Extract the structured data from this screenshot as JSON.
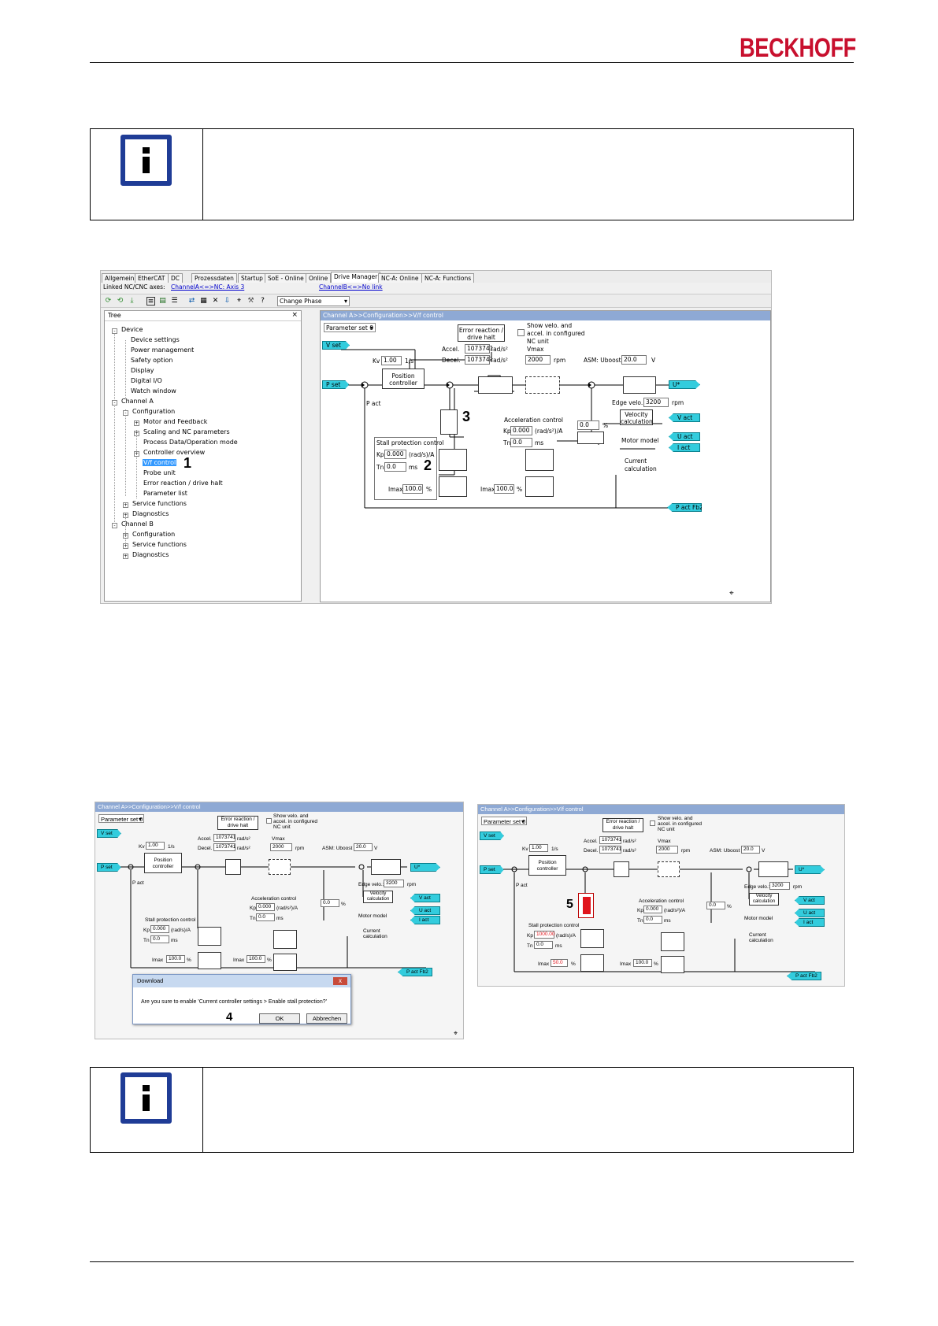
{
  "header": {
    "brand": "BECKHOFF"
  },
  "shot1": {
    "tabs": [
      "Allgemein",
      "EtherCAT",
      "DC",
      "Prozessdaten",
      "Startup",
      "SoE - Online",
      "Online",
      "Drive Manager",
      "NC-A: Online",
      "NC-A: Functions"
    ],
    "linked_label": "Linked NC/CNC axes:",
    "link_a": "ChannelA<=>NC: Axis 3",
    "link_b": "ChannelB<=>No link",
    "change_phase": "Change Phase",
    "tree_title": "Tree",
    "tree_close": "×",
    "tree": [
      "Device",
      "Device settings",
      "Power management",
      "Safety option",
      "Display",
      "Digital I/O",
      "Watch window",
      "Channel A",
      "Configuration",
      "Motor and Feedback",
      "Scaling and NC parameters",
      "Process Data/Operation mode",
      "Controller overview",
      "V/f control",
      "Probe unit",
      "Error reaction / drive halt",
      "Parameter list",
      "Service functions",
      "Diagnostics",
      "Channel B",
      "Configuration",
      "Service functions",
      "Diagnostics"
    ],
    "tree_expanders": {
      "minus": "-",
      "plus": "+"
    },
    "callouts": [
      "1",
      "2",
      "3"
    ]
  },
  "diagram": {
    "breadcrumb": "Channel A>>Configuration>>V/f control",
    "param_set": "Parameter set 0",
    "error_reaction": [
      "Error reaction /",
      "drive halt"
    ],
    "show_velo": [
      "Show velo. and",
      "accel. in configured",
      "NC unit"
    ],
    "v_set": "V set",
    "p_set": "P set",
    "p_act": "P act",
    "kv_label": "Kv",
    "kv_value": "1.00",
    "kv_unit": "1/s",
    "position_controller": [
      "Position",
      "controller"
    ],
    "accel_label": "Accel.",
    "accel_value": "1073741",
    "accel_unit": "rad/s²",
    "decel_label": "Decel.",
    "decel_value": "1073741",
    "decel_unit": "rad/s²",
    "vmax_label": "Vmax",
    "vmax_value": "2000",
    "vmax_unit": "rpm",
    "uboost_label": "ASM: Uboost",
    "uboost_value": "20.0",
    "uboost_unit": "V",
    "edge_velo_label": "Edge velo.:",
    "edge_velo_value": "3200",
    "edge_velo_unit": "rpm",
    "u_out": "U*",
    "velocity_calc": [
      "Velocity",
      "calculation"
    ],
    "v_act": "V act",
    "accel_control": "Acceleration control",
    "ac_kp_label": "Kp",
    "ac_kp_value": "0.000",
    "ac_kp_unit": "(rad/s²)/A",
    "ac_tn_label": "Tn",
    "ac_tn_value": "0.0",
    "ac_tn_unit": "ms",
    "pct_value": "0.0",
    "pct_unit": "%",
    "u_act": "U act",
    "i_act": "I act",
    "motor_model": "Motor model",
    "current_calc": [
      "Current",
      "calculation"
    ],
    "stall_title": "Stall protection control",
    "sp_kp_label": "Kp",
    "sp_kp_value": "0.000",
    "sp_kp_unit": "(rad/s)/A",
    "sp_tn_label": "Tn",
    "sp_tn_value": "0.0",
    "sp_tn_unit": "ms",
    "imax_label": "Imax",
    "imax_value": "100.0",
    "imax_unit": "%",
    "imax2_label": "Imax",
    "imax2_value": "100.0",
    "imax2_unit": "%",
    "p_act_fb2": "P act Fb2",
    "plus": "+",
    "minus": "-"
  },
  "diagram_left": {
    "sp_kp_value": "0.000",
    "imax_value": "100.0"
  },
  "diagram_right": {
    "sp_kp_value": "1000.00",
    "imax_value": "50.0"
  },
  "dialog": {
    "title": "Download",
    "close": "x",
    "message": "Are you sure to enable 'Current controller settings > Enable stall protection?'",
    "ok": "OK",
    "cancel": "Abbrechen"
  },
  "callout4": "4",
  "callout5": "5",
  "colors": {
    "brand": "#c8102e",
    "info_icon": "#1f3c96",
    "tag": "#33ccdd",
    "header": "#8ea9d4",
    "stall_highlight": "#e0151c"
  }
}
